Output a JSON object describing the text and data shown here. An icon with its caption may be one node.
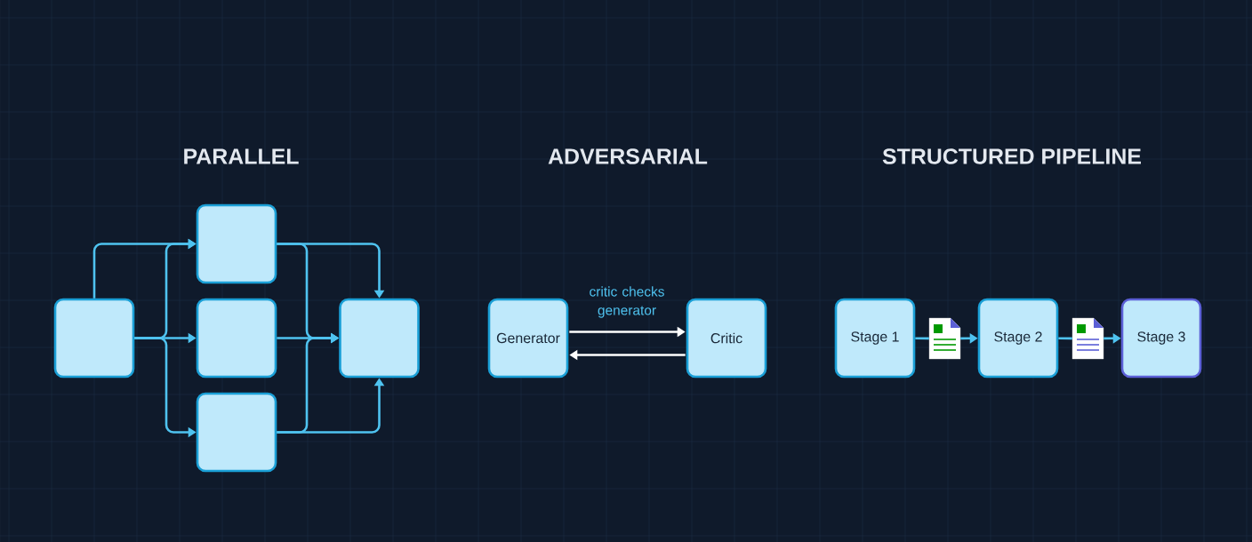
{
  "diagram": {
    "nodes": [
      {
        "text": [],
        "shape": "box"
      },
      {
        "text": [],
        "shape": "box"
      },
      {
        "text": [],
        "shape": "box"
      },
      {
        "text": [],
        "shape": "box"
      },
      {
        "text": [],
        "shape": "box"
      },
      {
        "text": [
          "Generator"
        ]
      },
      {
        "text": [
          "Critic"
        ]
      },
      {
        "text": [
          "Stage 1"
        ]
      },
      {
        "text": [],
        "shape": "document"
      },
      {
        "text": [
          "Stage 2"
        ]
      },
      {
        "text": [],
        "shape": "document"
      },
      {
        "text": [
          "Stage 3"
        ]
      }
    ],
    "edges": [
      {
        "from": 0,
        "to": 1,
        "arrow": "to"
      },
      {
        "from": 0,
        "to": 1,
        "arrow": "to"
      },
      {
        "from": 0,
        "to": 2,
        "arrow": "to"
      },
      {
        "from": 0,
        "to": 3,
        "arrow": "to"
      },
      {
        "from": 1,
        "to": 4,
        "arrow": "to"
      },
      {
        "from": 1,
        "to": 4,
        "arrow": "to"
      },
      {
        "from": 2,
        "to": 4,
        "arrow": "to"
      },
      {
        "from": 3,
        "to": 4,
        "arrow": "to"
      },
      {
        "from": 3,
        "to": 4,
        "arrow": "to"
      },
      {
        "from": 5,
        "to": 6,
        "arrow": "to",
        "label": "critic checks generator",
        "color": "#ffffff"
      },
      {
        "from": 6,
        "to": 5,
        "arrow": "to",
        "color": "#ffffff"
      },
      {
        "from": 7,
        "to": 8,
        "arrow": "none"
      },
      {
        "from": 8,
        "to": 9,
        "arrow": "to"
      },
      {
        "from": 9,
        "to": 10,
        "arrow": "none"
      },
      {
        "from": 10,
        "to": 11,
        "arrow": "to"
      }
    ],
    "labels": [
      "PARALLEL",
      "ADVERSARIAL",
      "STRUCTURED PIPELINE"
    ]
  }
}
